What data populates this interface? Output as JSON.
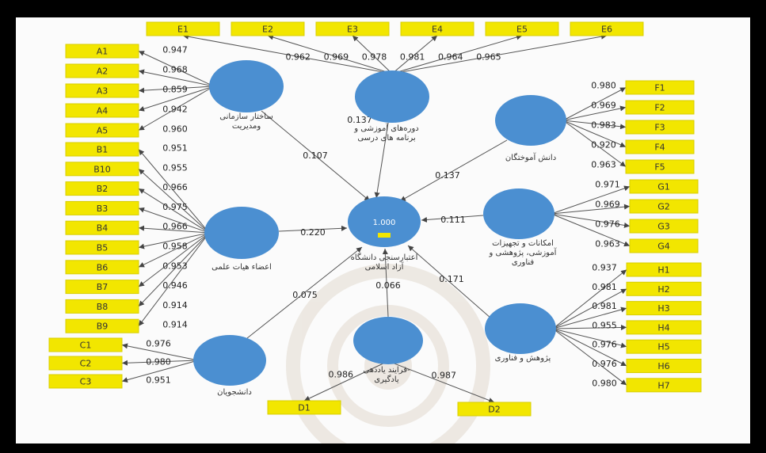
{
  "latent": {
    "L1": {
      "label": [
        "ساختار سازمانی",
        "ومدیریت"
      ]
    },
    "L2": {
      "label": [
        "دوره‌های آموزشی و",
        "برنامه های درسی"
      ]
    },
    "L3": {
      "label": [
        "دانش آموختگان"
      ]
    },
    "L4": {
      "label": [
        "امکانات و تجهیزات",
        "آموزشی، پژوهشی و",
        "فناوری"
      ]
    },
    "L5": {
      "label": [
        "اعضاء هیات علمی"
      ]
    },
    "L6": {
      "label": [
        "اعتبارسنجی دانشگاه",
        "آزاد اسلامی"
      ],
      "r2": "1.000"
    },
    "L7": {
      "label": [
        "پژوهش و فناوری"
      ]
    },
    "L8": {
      "label": [
        "دانشجویان"
      ]
    },
    "L9": {
      "label": [
        "فرایند یاددهی-",
        "یادگیری"
      ]
    }
  },
  "indicators": {
    "E": [
      "E1",
      "E2",
      "E3",
      "E4",
      "E5",
      "E6"
    ],
    "A": [
      "A1",
      "A2",
      "A3",
      "A4",
      "A5"
    ],
    "B": [
      "B1",
      "B10",
      "B2",
      "B3",
      "B4",
      "B5",
      "B6",
      "B7",
      "B8",
      "B9"
    ],
    "C": [
      "C1",
      "C2",
      "C3"
    ],
    "D": [
      "D1",
      "D2"
    ],
    "F": [
      "F1",
      "F2",
      "F3",
      "F4",
      "F5"
    ],
    "G": [
      "G1",
      "G2",
      "G3",
      "G4"
    ],
    "H": [
      "H1",
      "H2",
      "H3",
      "H4",
      "H5",
      "H6",
      "H7"
    ]
  },
  "loadings": {
    "E": [
      "0.962",
      "0.969",
      "0.978",
      "0.981",
      "0.964",
      "0.965"
    ],
    "A": [
      "0.947",
      "0.968",
      "0.859",
      "0.942",
      "0.960"
    ],
    "B": [
      "0.951",
      "0.955",
      "0.966",
      "0.975",
      "0.966",
      "0.958",
      "0.953",
      "0.946",
      "0.914",
      "0.914"
    ],
    "C": [
      "0.976",
      "0.980",
      "0.951"
    ],
    "D": [
      "0.986",
      "0.987"
    ],
    "F": [
      "0.980",
      "0.969",
      "0.983",
      "0.920",
      "0.963"
    ],
    "G": [
      "0.971",
      "0.969",
      "0.976",
      "0.963"
    ],
    "H": [
      "0.937",
      "0.981",
      "0.981",
      "0.955",
      "0.976",
      "0.976",
      "0.980"
    ]
  },
  "paths": {
    "L1": "0.107",
    "L2": "0.137",
    "L3": "0.137",
    "L4": "0.111",
    "L5": "0.220",
    "L7": "0.171",
    "L8": "0.075",
    "L9": "0.066"
  }
}
